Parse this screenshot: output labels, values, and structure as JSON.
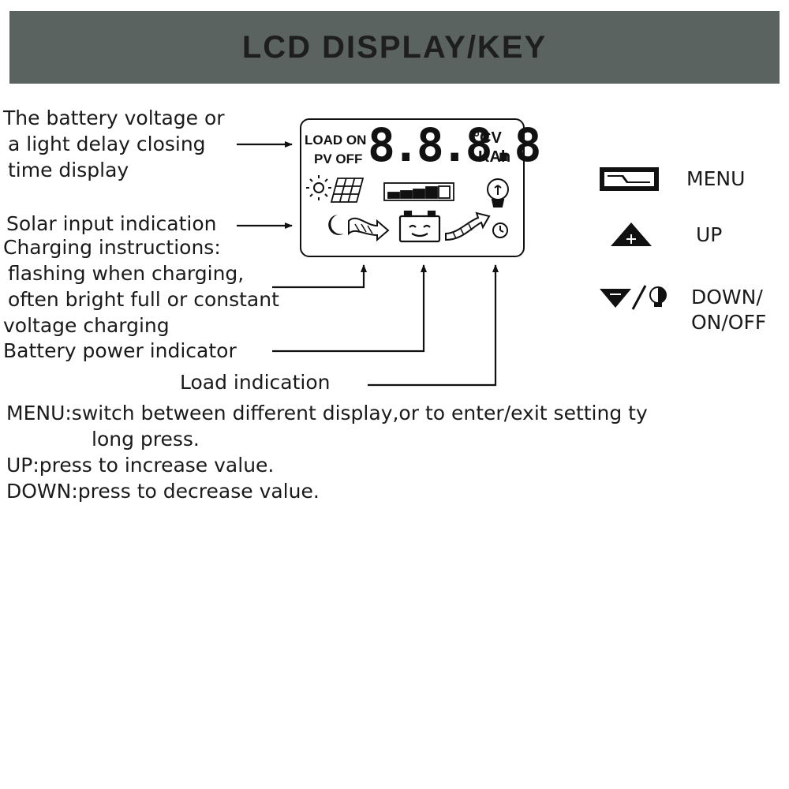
{
  "header": {
    "title": "LCD DISPLAY/KEY"
  },
  "callouts": {
    "battery_voltage": [
      "The battery voltage or",
      "a light delay closing",
      "time display"
    ],
    "solar_input": "Solar input indication",
    "charging": [
      "Charging instructions:",
      "flashing when charging,",
      "often bright full or constant",
      "voltage charging"
    ],
    "battery_power": "Battery power indicator",
    "load": "Load indication"
  },
  "lcd": {
    "load_on": "LOAD ON",
    "pv_off": "PV OFF",
    "digits": "8.8.8.8",
    "unit_top": "°CV",
    "unit_bottom": "KAh"
  },
  "keys": {
    "menu": "MENU",
    "up": "UP",
    "down": [
      "DOWN/",
      "ON/OFF"
    ]
  },
  "descriptions": {
    "menu": [
      "MENU:switch between different display,or to enter/exit setting ty",
      "long press."
    ],
    "up": "UP:press to increase value.",
    "down": "DOWN:press to decrease value."
  }
}
